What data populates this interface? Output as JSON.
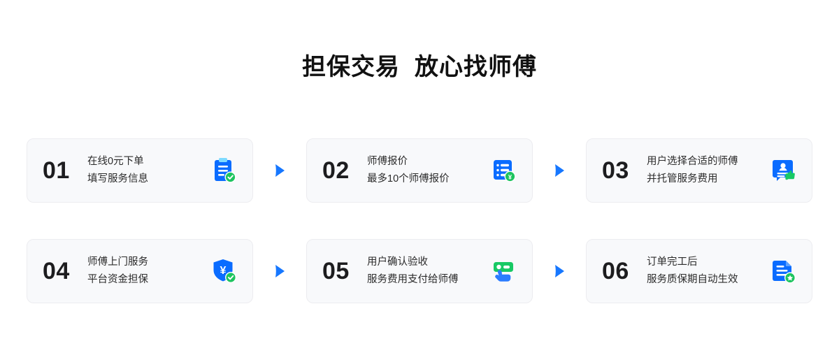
{
  "header": {
    "title": "担保交易  放心找师傅"
  },
  "colors": {
    "brand_blue": "#1677ff",
    "icon_blue": "#0a6cff",
    "icon_cyan": "#7fdbff",
    "accent_green": "#18c964",
    "badge_green": "#1ec45f",
    "card_bg": "#f8f9fb",
    "card_border": "#ececf0",
    "title_text": "#111111",
    "body_text": "#2b2b2b"
  },
  "steps": [
    {
      "number": "01",
      "line1": "在线0元下单",
      "line2": "填写服务信息",
      "icon": "clipboard-check-icon"
    },
    {
      "number": "02",
      "line1": "师傅报价",
      "line2": "最多10个师傅报价",
      "icon": "quote-list-yuan-icon"
    },
    {
      "number": "03",
      "line1": "用户选择合适的师傅",
      "line2": "并托管服务费用",
      "icon": "select-worker-thumbsup-icon"
    },
    {
      "number": "04",
      "line1": "师傅上门服务",
      "line2": "平台资金担保",
      "icon": "shield-yuan-check-icon"
    },
    {
      "number": "05",
      "line1": "用户确认验收",
      "line2": "服务费用支付给师傅",
      "icon": "cash-hand-icon"
    },
    {
      "number": "06",
      "line1": "订单完工后",
      "line2": "服务质保期自动生效",
      "icon": "document-star-icon"
    }
  ],
  "arrows": [
    {
      "name": "arrow-step1-to-step2",
      "glyph": "play-triangle-right"
    },
    {
      "name": "arrow-step2-to-step3",
      "glyph": "play-triangle-right"
    },
    {
      "name": "arrow-step4-to-step5",
      "glyph": "play-triangle-right"
    },
    {
      "name": "arrow-step5-to-step6",
      "glyph": "play-triangle-right"
    }
  ]
}
